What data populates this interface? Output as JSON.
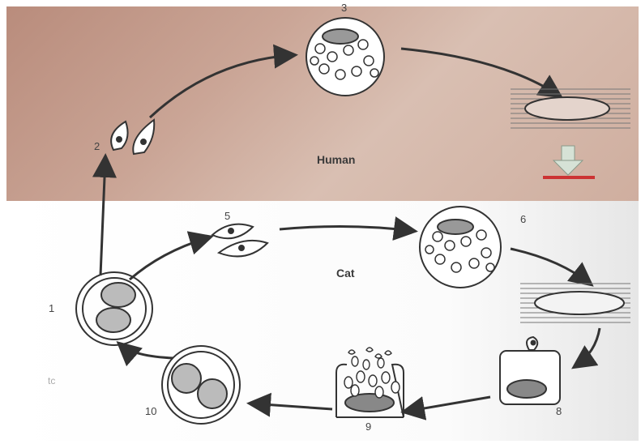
{
  "regions": {
    "human": "Human",
    "cat": "Cat"
  },
  "stages": {
    "s1": "1",
    "s2": "2",
    "s3": "3",
    "s5": "5",
    "s6": "6",
    "s8": "8",
    "s9": "9",
    "s10": "10"
  },
  "corner_mark": "tc",
  "colors": {
    "human_bg": "#caa596",
    "cat_bg": "#ffffff",
    "ink": "#333333",
    "red_bar": "#cc3333",
    "down_arrow": "#c8d8c8"
  }
}
